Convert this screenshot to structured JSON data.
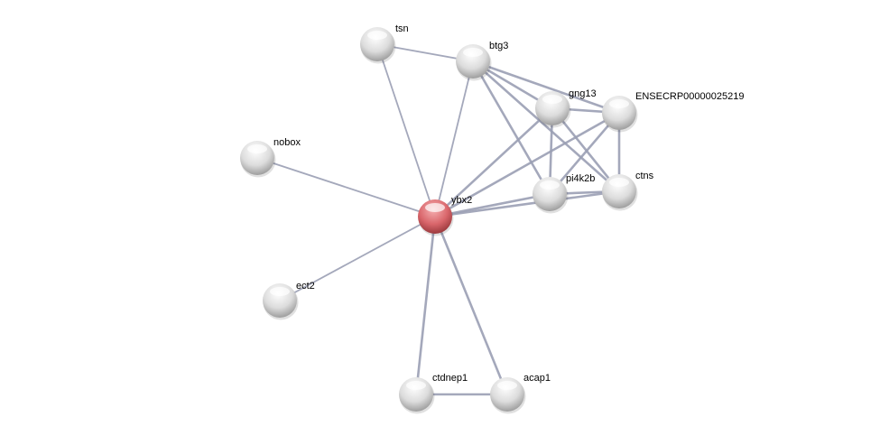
{
  "network": {
    "nodes": [
      {
        "id": "tsn",
        "label": "tsn",
        "query": false
      },
      {
        "id": "btg3",
        "label": "btg3",
        "query": false
      },
      {
        "id": "gng13",
        "label": "gng13",
        "query": false
      },
      {
        "id": "ense",
        "label": "ENSECRP00000025219",
        "query": false
      },
      {
        "id": "nobox",
        "label": "nobox",
        "query": false
      },
      {
        "id": "ybx2",
        "label": "ybx2",
        "query": true
      },
      {
        "id": "pi4k2b",
        "label": "pi4k2b",
        "query": false
      },
      {
        "id": "ctns",
        "label": "ctns",
        "query": false
      },
      {
        "id": "ect2",
        "label": "ect2",
        "query": false
      },
      {
        "id": "ctdnep1",
        "label": "ctdnep1",
        "query": false
      },
      {
        "id": "acap1",
        "label": "acap1",
        "query": false
      }
    ],
    "edges": [
      [
        "tsn",
        "btg3"
      ],
      [
        "tsn",
        "ybx2"
      ],
      [
        "btg3",
        "ybx2"
      ],
      [
        "btg3",
        "gng13"
      ],
      [
        "btg3",
        "ense"
      ],
      [
        "btg3",
        "pi4k2b"
      ],
      [
        "btg3",
        "ctns"
      ],
      [
        "gng13",
        "ense"
      ],
      [
        "gng13",
        "pi4k2b"
      ],
      [
        "gng13",
        "ctns"
      ],
      [
        "gng13",
        "ybx2"
      ],
      [
        "ense",
        "ybx2"
      ],
      [
        "ense",
        "pi4k2b"
      ],
      [
        "ense",
        "ctns"
      ],
      [
        "pi4k2b",
        "ctns"
      ],
      [
        "pi4k2b",
        "ybx2"
      ],
      [
        "ctns",
        "ybx2"
      ],
      [
        "nobox",
        "ybx2"
      ],
      [
        "ect2",
        "ybx2"
      ],
      [
        "ybx2",
        "ctdnep1"
      ],
      [
        "ybx2",
        "acap1"
      ],
      [
        "ctdnep1",
        "acap1"
      ]
    ],
    "colors": {
      "edge": "#9a9eb4",
      "node": "#d8d8d8",
      "query_node": "#d86a6e"
    }
  }
}
